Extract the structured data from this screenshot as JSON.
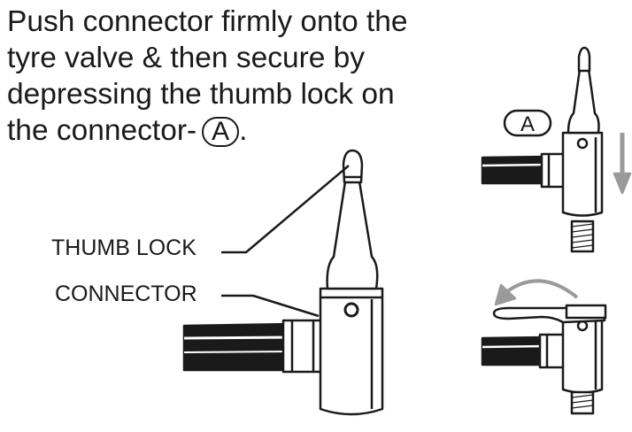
{
  "instruction": {
    "lines": [
      "Push connector firmly onto the",
      "tyre valve & then secure by",
      "depressing the thumb lock on",
      "the connector-"
    ],
    "marker": "A",
    "end": "."
  },
  "labels": {
    "thumb_lock": "THUMB LOCK",
    "connector": "CONNECTOR"
  },
  "detail_marker": "A"
}
